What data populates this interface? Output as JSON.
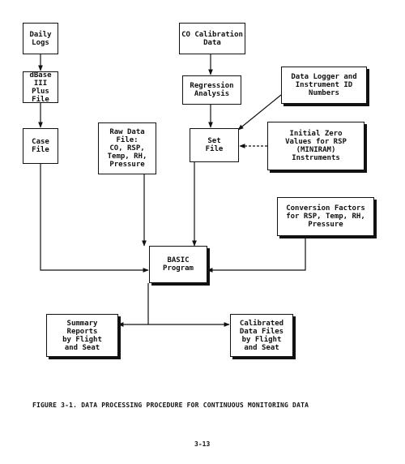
{
  "boxes": {
    "daily_logs": "Daily\nLogs",
    "dbase": "dBase III\nPlus File",
    "case_file": "Case\nFile",
    "raw_data": "Raw Data\nFile:\nCO, RSP,\nTemp, RH,\nPressure",
    "co_calibration": "CO Calibration\nData",
    "regression": "Regression\nAnalysis",
    "data_logger": "Data Logger and\nInstrument ID\nNumbers",
    "set_file": "Set\nFile",
    "initial_zero": "Initial Zero\nValues for RSP\n(MINIRAM)\nInstruments",
    "conversion": "Conversion Factors\nfor RSP, Temp, RH,\nPressure",
    "basic": "BASIC\nProgram",
    "summary": "Summary\nReports\nby Flight\nand Seat",
    "calibrated": "Calibrated\nData Files\nby Flight\nand Seat"
  },
  "caption": "FIGURE 3-1.  DATA PROCESSING PROCEDURE FOR CONTINUOUS MONITORING DATA",
  "page_number": "3-13"
}
